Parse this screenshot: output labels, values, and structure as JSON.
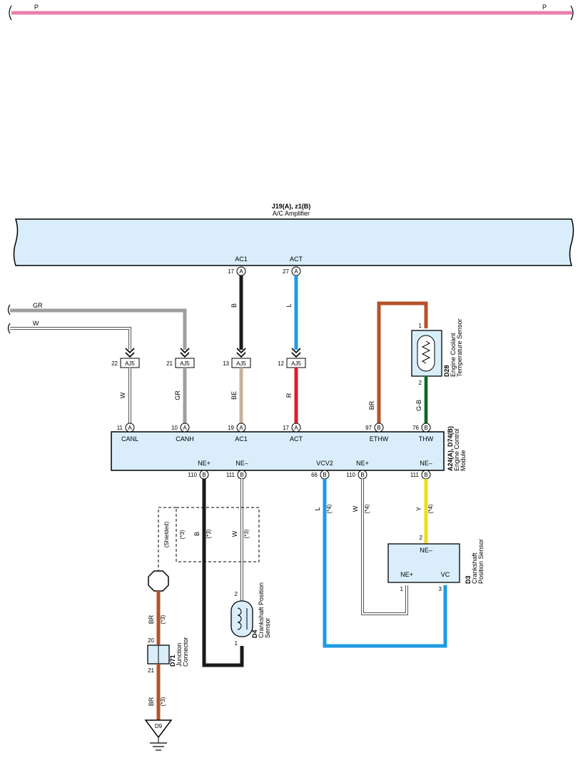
{
  "top_wire": {
    "color_left": "P",
    "color_right": "P"
  },
  "ac_amplifier": {
    "id": "J19(A), z1(B)",
    "name": "A/C Amplifier"
  },
  "ac_pins": [
    {
      "name": "AC1",
      "num": "17",
      "conn": "A"
    },
    {
      "name": "ACT",
      "num": "27",
      "conn": "A"
    }
  ],
  "wires": {
    "gr_in": "GR",
    "w_in": "W",
    "ac1_upper": "B",
    "act_upper": "L",
    "w_low": "W",
    "gr_low": "GR",
    "be": "BE",
    "r": "R",
    "ethw": "BR",
    "thw": "G-B",
    "vcv2": "L",
    "ne_plus_2": "W",
    "ne_minus_2": "Y",
    "ne_plus_1": "B",
    "ne_minus_1": "W",
    "shield_upper": "BR",
    "shield_lower": "BR"
  },
  "notes": {
    "x4": "(*4)",
    "x3": "(*3)",
    "shielded": "(Shielded)"
  },
  "aj5": [
    {
      "num": "22",
      "name": "AJ5"
    },
    {
      "num": "21",
      "name": "AJ5"
    },
    {
      "num": "13",
      "name": "AJ5"
    },
    {
      "num": "12",
      "name": "AJ5"
    }
  ],
  "ecm": {
    "id": "A24(A), D74(B)",
    "name1": "Engine Control",
    "name2": "Module",
    "top_pins": [
      {
        "name": "CANL",
        "num": "11",
        "conn": "A"
      },
      {
        "name": "CANH",
        "num": "10",
        "conn": "A"
      },
      {
        "name": "AC1",
        "num": "19",
        "conn": "A"
      },
      {
        "name": "ACT",
        "num": "17",
        "conn": "A"
      },
      {
        "name": "ETHW",
        "num": "97",
        "conn": "B"
      },
      {
        "name": "THW",
        "num": "76",
        "conn": "B"
      }
    ],
    "bottom_pins": [
      {
        "name": "NE+",
        "num": "110",
        "conn": "B"
      },
      {
        "name": "NE–",
        "num": "111",
        "conn": "B"
      },
      {
        "name": "VCV2",
        "num": "66",
        "conn": "B"
      },
      {
        "name": "NE+",
        "num": "110",
        "conn": "B"
      },
      {
        "name": "NE–",
        "num": "111",
        "conn": "B"
      }
    ]
  },
  "d28": {
    "id": "D28",
    "name1": "Engine Coolant",
    "name2": "Temperature Sensor",
    "pin1": "1",
    "pin2": "2"
  },
  "d3": {
    "id": "D3",
    "name1": "Crankshaft",
    "name2": "Position Sensor",
    "pin_ne_minus": "NE–",
    "pin_ne_plus": "NE+",
    "pin_vc": "VC",
    "num2": "2",
    "num1": "1",
    "num3": "3"
  },
  "d4": {
    "id": "D4",
    "name1": "Crankshaft Position",
    "name2": "Sensor",
    "num2": "2",
    "num1": "1"
  },
  "d71": {
    "id": "D71",
    "name1": "Junction",
    "name2": "Connector",
    "num20": "20",
    "num21": "21"
  },
  "d9": {
    "id": "D9"
  },
  "colors": {
    "pink": "#e87fae",
    "gray": "#9e9e9e",
    "black": "#1a1a1a",
    "blue": "#1e9be0",
    "tan": "#c8b09a",
    "red": "#e01a2a",
    "brown": "#b5522a",
    "green": "#1e8a3a",
    "yellow": "#f2dc13",
    "box": "#d9eefa"
  }
}
